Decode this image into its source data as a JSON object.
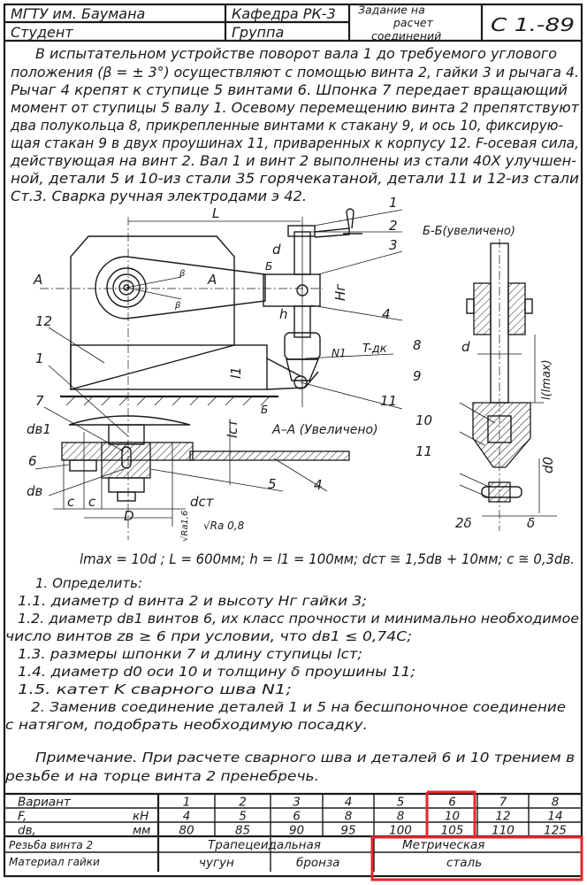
{
  "header": {
    "university": "МГТУ им. Баумана",
    "department": "Кафедра РК-3",
    "student_label": "Студент",
    "group_label": "Группа",
    "task_title_1": "Задание на",
    "task_title_2": "расчет",
    "task_title_3": "соединений",
    "code": "С 1.-89"
  },
  "description": [
    "В испытательном устройстве поворот вала 1 до требуемого углового",
    "положения (β = ± 3°) осуществляют с помощью винта 2, гайки 3 и рычага 4.",
    "Рычаг 4 крепят к ступице 5 винтами 6. Шпонка 7 передает вращающий",
    "момент от ступицы 5 валу 1. Осевому перемещению винта 2 препятствуют",
    "два полукольца 8, прикрепленные винтами к стакану 9, и ось 10, фиксирую-",
    "щая стакан 9 в двух проушинах 11, приваренных к корпусу 12. F-осевая сила,",
    "действующая на винт 2. Вал 1 и винт 2 выполнены из стали 40Х улучшен-",
    "ной, детали 5 и 10-из стали 35 горячекатаной, детали 11 и 12-из стали",
    "Ст.3. Сварка ручная электродами э 42."
  ],
  "drawing": {
    "labels": {
      "L": "L",
      "p1": "1",
      "p2": "2",
      "p3": "3",
      "d": "d",
      "B": "Б",
      "A_left": "A",
      "A_right": "A",
      "beta1": "β",
      "beta2": "β",
      "Hg": "Hг",
      "p4": "4",
      "h": "h",
      "p12": "12",
      "N1": "N1",
      "Tdk": "T-дк",
      "l1": "l1",
      "p1b": "1",
      "p11": "11",
      "B2": "Б",
      "section_aa": "А–А (Увеличено)",
      "p7": "7",
      "lcm": "lст",
      "dv1": "dв1",
      "p6": "6",
      "p5": "5",
      "p4b": "4",
      "dv": "dв",
      "c1": "c",
      "c2": "c",
      "dcm": "dст",
      "D": "D",
      "ra08": "√Ra 0,8",
      "ra16": "√Ra1,6",
      "section_bb": "Б-Б(увеличено)",
      "p8": "8",
      "p9": "9",
      "p10": "10",
      "p11b": "11",
      "d_bb": "d",
      "lmax": "l(lmax)",
      "d0": "d0",
      "two_delta": "2δ",
      "delta": "δ"
    }
  },
  "given": "lmax = 10d ; L = 600мм; h = l1 = 100мм; dст ≅ 1,5dв + 10мм; c ≅ 0,3dв.",
  "tasks": [
    "1. Определить:",
    "1.1. диаметр d винта 2 и высоту Hг гайки 3;",
    "1.2. диаметр dв1 винтов 6, их класс прочности и минимально необходимое",
    "число винтов zв ≥ 6 при условии, что dв1 ≤ 0,74C;",
    "1.3. размеры шпонки 7 и длину ступицы lст;",
    "1.4. диаметр d0 оси 10 и толщину δ проушины 11;",
    "1.5. катет K сварного шва N1;",
    "2. Заменив соединение деталей 1 и 5 на бесшпоночное соединение",
    "с натягом, подобрать необходимую посадку."
  ],
  "note": [
    "Примечание. При расчете сварного шва и деталей 6 и 10 трением в",
    "резьбе и на торце винта 2 пренебречь."
  ],
  "table": {
    "variant_label": "Вариант",
    "variants": [
      "1",
      "2",
      "3",
      "4",
      "5",
      "6",
      "7",
      "8"
    ],
    "force_label": "F,",
    "force_unit": "кН",
    "force": [
      "4",
      "5",
      "6",
      "8",
      "8",
      "10",
      "12",
      "14"
    ],
    "dv_label": "dв,",
    "dv_unit": "мм",
    "dv": [
      "80",
      "85",
      "90",
      "95",
      "100",
      "105",
      "110",
      "125"
    ],
    "thread_label": "Резьба винта 2",
    "thread_trap": "Трапецеидальная",
    "thread_metric": "Метрическая",
    "nut_label": "Материал гайки",
    "nut_castiron": "чугун",
    "nut_bronze": "бронза",
    "nut_steel": "сталь",
    "highlight_color": "#e8262b",
    "highlighted_variant": "6"
  }
}
